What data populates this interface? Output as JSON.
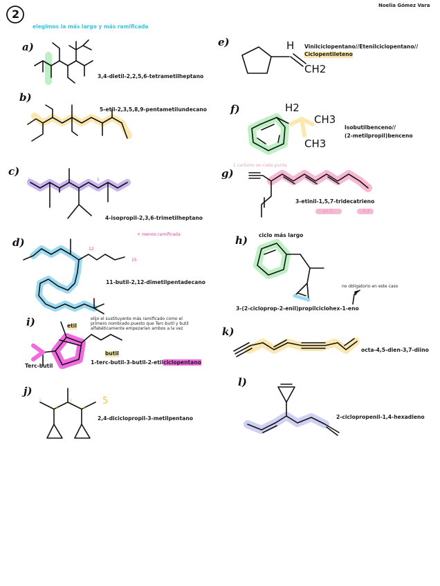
{
  "header": {
    "number": "2",
    "author": "Noelia Gómez Vara",
    "instruction": "elegimos la más largo y más ramificada"
  },
  "items": {
    "a": {
      "label": "a)",
      "name": "3,4-dietil-2,2,5,6-tetrametilheptano"
    },
    "b": {
      "label": "b)",
      "name": "5-etil-2,3,5,8,9-pentametilundecano"
    },
    "c": {
      "label": "c)",
      "name": "4-isopropil-2,3,6-trimetilheptano"
    },
    "d": {
      "label": "d)",
      "name": "11-butil-2,12-dimetilpentadecano",
      "note": "+ menos ramificada"
    },
    "i": {
      "label": "i)",
      "name_prefix": "1-terc-butil-3-butil-2-etil",
      "name_suffix": "ciclopentano",
      "note": "elijo el sustituyente más ramificado como el primero nombrado puesto que Terc-butil y butil alfabéticamente empezarían ambos a la vez",
      "sub_etil": "etil",
      "sub_butil": "butil",
      "sub_terc": "Terc-butil"
    },
    "j": {
      "label": "j)",
      "name": "2,4-diciclopropil-3-metilpentano"
    },
    "e": {
      "label": "e)",
      "name_line1": "Vinilciclopentano//Etenilciclopentano//",
      "name_line2": "Ciclopentileteno",
      "atom_h": "H",
      "atom_ch2": "CH2"
    },
    "f": {
      "label": "f)",
      "name_line1": "Isobutilbenceno//",
      "name_line2": "(2-metilpropil)benceno",
      "atom_h2": "H2",
      "atom_ch3a": "CH3",
      "atom_ch3b": "CH3"
    },
    "g": {
      "label": "g)",
      "name": "3-etinil-1,5,7-tridecatrieno",
      "note": "1 carbono en cada punta",
      "side1": "12 C",
      "side2": "3 2"
    },
    "h": {
      "label": "h)",
      "ring_note": "ciclo más largo",
      "name": "3-(2-cicloprop-2-enil)propilciclohex-1-eno",
      "note": "no obligatorio en este caso"
    },
    "k": {
      "label": "k)",
      "name": "octa-4,5-dien-3,7-diino"
    },
    "l": {
      "label": "l)",
      "name": "2-ciclopropenil-1,4-hexadieno"
    }
  },
  "colors": {
    "cyan": "#35c4e6",
    "green": "#bff0c5",
    "yellow": "#fbe8b0",
    "purple": "#c9b5ef",
    "pink": "#f6b8d2",
    "magenta": "#f06be0",
    "blue": "#9ed9f2",
    "lavender": "#cfd0f2"
  }
}
